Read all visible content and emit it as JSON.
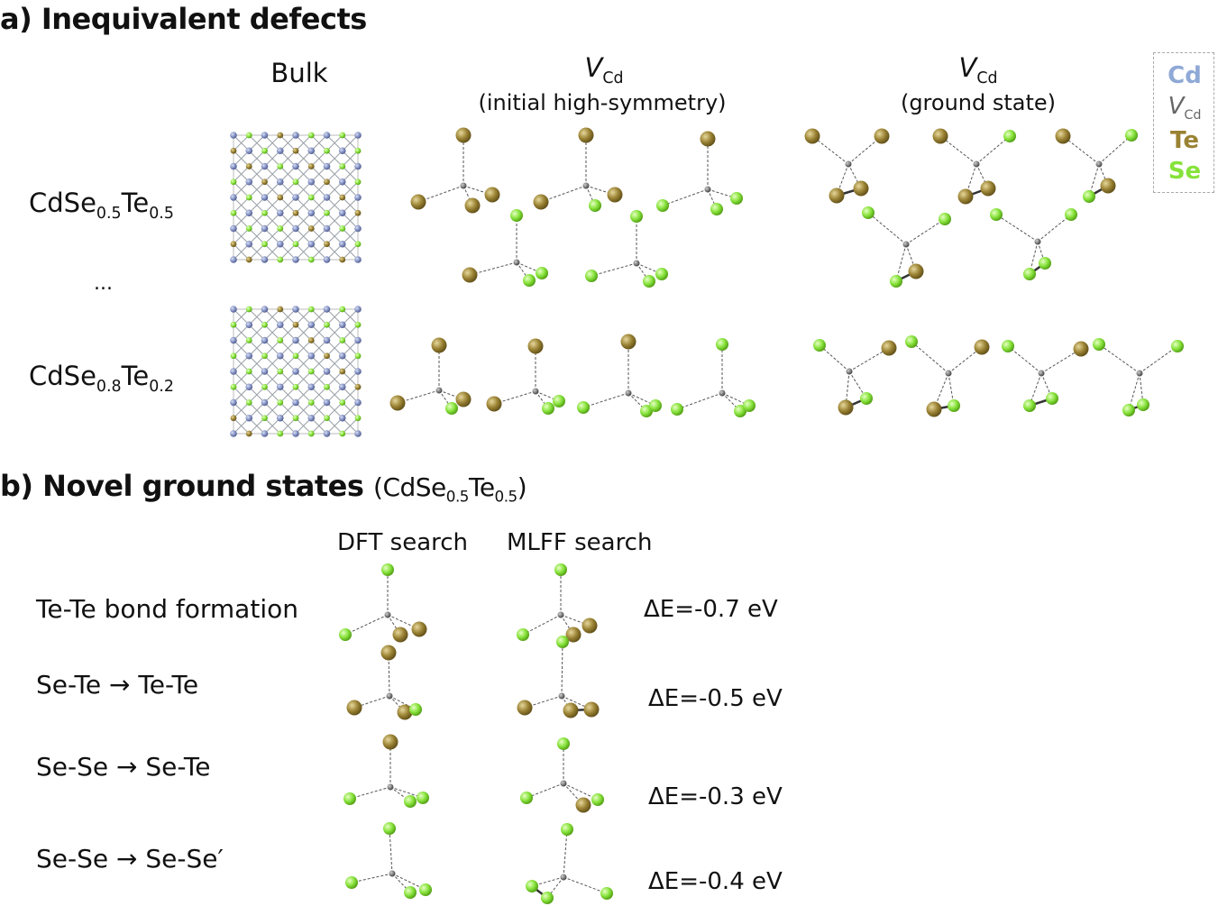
{
  "section_a": {
    "letter": "a)",
    "title": "Inequivalent defects",
    "col_bulk": "Bulk",
    "col_vcd_symbol": "V",
    "col_vcd_sub": "Cd",
    "col_initial_note": "(initial high-symmetry)",
    "col_ground_note": "(ground state)",
    "row1": {
      "base": "CdSe",
      "sub1": "0.5",
      "mid": "Te",
      "sub2": "0.5"
    },
    "ellipsis": "...",
    "row2": {
      "base": "CdSe",
      "sub1": "0.8",
      "mid": "Te",
      "sub2": "0.2"
    }
  },
  "legend": {
    "cd": {
      "label": "Cd",
      "color": "#8fa9d6"
    },
    "vcd": {
      "symbol": "V",
      "sub": "Cd",
      "color": "#666666"
    },
    "te": {
      "label": "Te",
      "color": "#9a8233"
    },
    "se": {
      "label": "Se",
      "color": "#86e23a"
    }
  },
  "section_b": {
    "letter": "b)",
    "title": "Novel ground states",
    "paren_open": "(CdSe",
    "sub1": "0.5",
    "mid": "Te",
    "sub2": "0.5",
    "paren_close": ")",
    "col_dft": "DFT search",
    "col_mlff": "MLFF search",
    "rows": [
      {
        "label": "Te-Te bond formation",
        "energy": "ΔE=-0.7 eV"
      },
      {
        "label": "Se-Te → Te-Te",
        "energy": "ΔE=-0.5 eV"
      },
      {
        "label": "Se-Se → Se-Te",
        "energy": "ΔE=-0.3 eV"
      },
      {
        "label": "Se-Se → Se-Se′",
        "energy": "ΔE=-0.4 eV"
      }
    ]
  },
  "atom_colors": {
    "te": "#9a8233",
    "se": "#86e23a",
    "cd": "#8492c4",
    "vacancy": "#777777"
  }
}
